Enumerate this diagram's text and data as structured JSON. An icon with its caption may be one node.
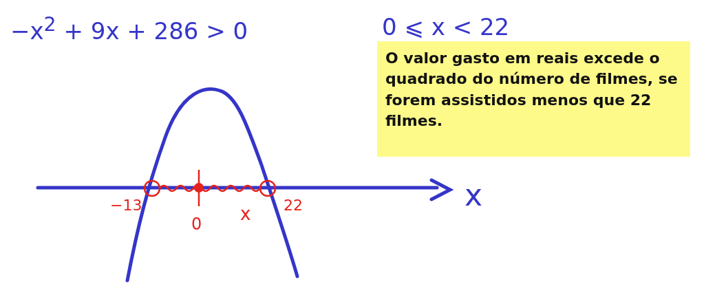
{
  "diagram": {
    "nodes": [
      {
        "text": [
          "O valor gasto em reais excede o quadrado do número de filmes, se forem assistidos menos que 22 filmes."
        ]
      },
      {
        "text": [],
        "shape": "circle"
      },
      {
        "text": [],
        "shape": "circle"
      }
    ],
    "edges": [
      {
        "from": 1,
        "to": 2,
        "arrow": "none"
      }
    ],
    "labels": [
      "−x$^{2}$ + 9x + 286 > 0",
      "0 ⩽ x < 22",
      "−13",
      "0",
      "x",
      "22",
      "x"
    ]
  }
}
